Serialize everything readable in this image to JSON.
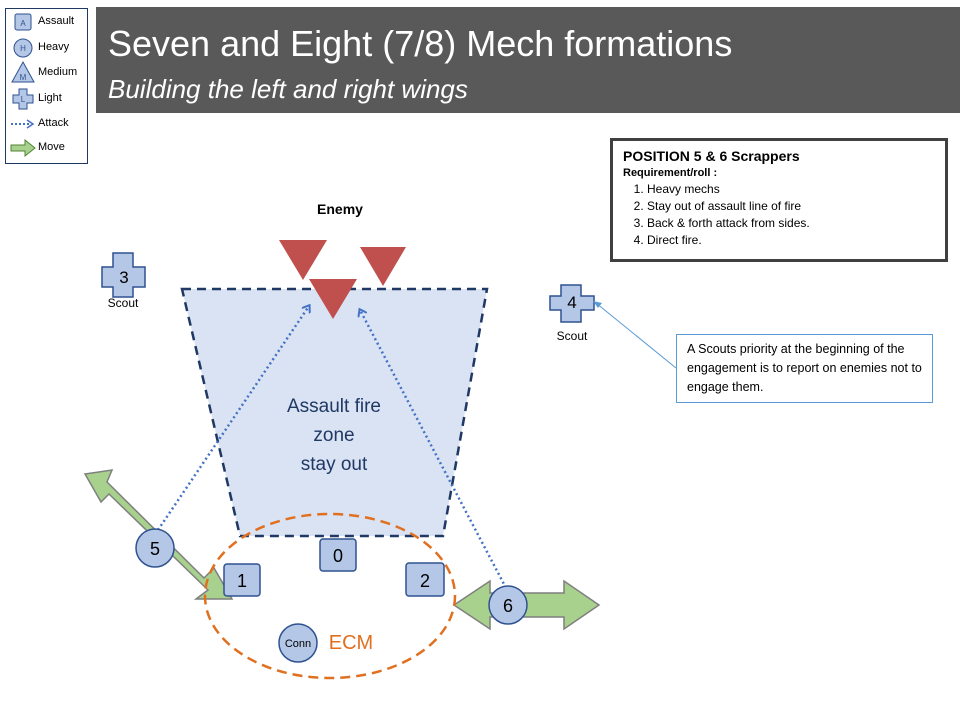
{
  "legend": {
    "items": [
      {
        "label": "Assault",
        "glyph": "A",
        "icon": "square-icon"
      },
      {
        "label": "Heavy",
        "glyph": "H",
        "icon": "circle-icon"
      },
      {
        "label": "Medium",
        "glyph": "M",
        "icon": "triangle-icon"
      },
      {
        "label": "Light",
        "glyph": "L",
        "icon": "cross-icon"
      },
      {
        "label": "Attack",
        "glyph": "",
        "icon": "dotted-arrow-icon"
      },
      {
        "label": "Move",
        "glyph": "",
        "icon": "block-arrow-icon"
      }
    ]
  },
  "header": {
    "title": "Seven and Eight (7/8) Mech formations",
    "subtitle": "Building the left and right wings"
  },
  "diagram": {
    "enemy_label": "Enemy",
    "zone_lines": [
      "Assault  fire",
      "zone",
      "stay out"
    ],
    "units": {
      "u0": "0",
      "u1": "1",
      "u2": "2",
      "u3": "3",
      "u4": "4",
      "u5": "5",
      "u6": "6",
      "conn": "Conn"
    },
    "scout_left": "Scout",
    "scout_right": "Scout",
    "ecm_label": "ECM"
  },
  "position_box": {
    "title": "POSITION 5 & 6 Scrappers",
    "subtitle": "Requirement/roll :",
    "items": [
      "Heavy mechs",
      "Stay out of assault line of fire",
      "Back & forth attack  from sides.",
      "Direct fire."
    ]
  },
  "callout": {
    "text": "A Scouts priority  at the beginning of the engagement is to report on enemies not to engage them."
  },
  "colors": {
    "header_bg": "#595959",
    "unit_fill": "#b4c7e7",
    "unit_stroke": "#2f528f",
    "enemy": "#c0504d",
    "zone_fill": "#dae3f3",
    "zone_stroke": "#1f3864",
    "ecm": "#e07020",
    "move_arrow": "#a9d18e",
    "attack_arrow": "#4472c4"
  }
}
